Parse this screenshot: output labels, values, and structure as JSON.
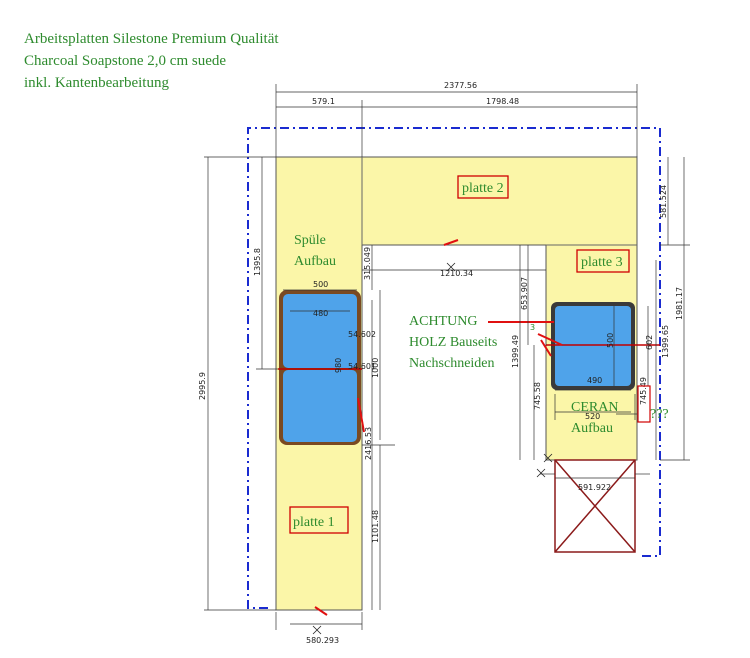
{
  "header": {
    "line1": "Arbeitsplatten Silestone Premium Qualität",
    "line2": "Charcoal Soapstone 2,0 cm suede",
    "line3": "inkl. Kantenbearbeitung"
  },
  "labels": {
    "platte1": "platte 1",
    "platte2": "platte 2",
    "platte3": "platte 3",
    "spuele": "Spüle",
    "aufbau1": "Aufbau",
    "ceran": "CERAN",
    "aufbau2": "Aufbau",
    "achtung": "ACHTUNG",
    "holz": "HOLZ Bauseits",
    "nach": "Nachschneiden",
    "qq": "???"
  },
  "dims": {
    "total_width": "2377.56",
    "left_width": "579.1",
    "right_width": "1798.48",
    "total_height": "2995.9",
    "left_upper_h": "1395.8",
    "inner_gap_h": "315.049",
    "inner_width": "1210.34",
    "sink_outer_w": "500",
    "sink_inner_w": "480",
    "sink_d1": "54.602",
    "sink_d2": "54.601",
    "sink_h": "980",
    "sink_side_h": "1000",
    "left_run_h": "2416.53",
    "bottom_run_h": "1101.48",
    "bottom_w": "580.293",
    "right_h1": "581.524",
    "right_h2": "1981.17",
    "right_h3": "1399.65",
    "cook_h1": "653.907",
    "cook_h2": "1399.49",
    "cook_h3": "745.58",
    "cook_in_h": "500",
    "cook_in_h2": "602",
    "cook_in_w": "490",
    "cook_out_w": "520",
    "cook_side": "745.49",
    "box_w": "591.922",
    "marker": "3"
  }
}
